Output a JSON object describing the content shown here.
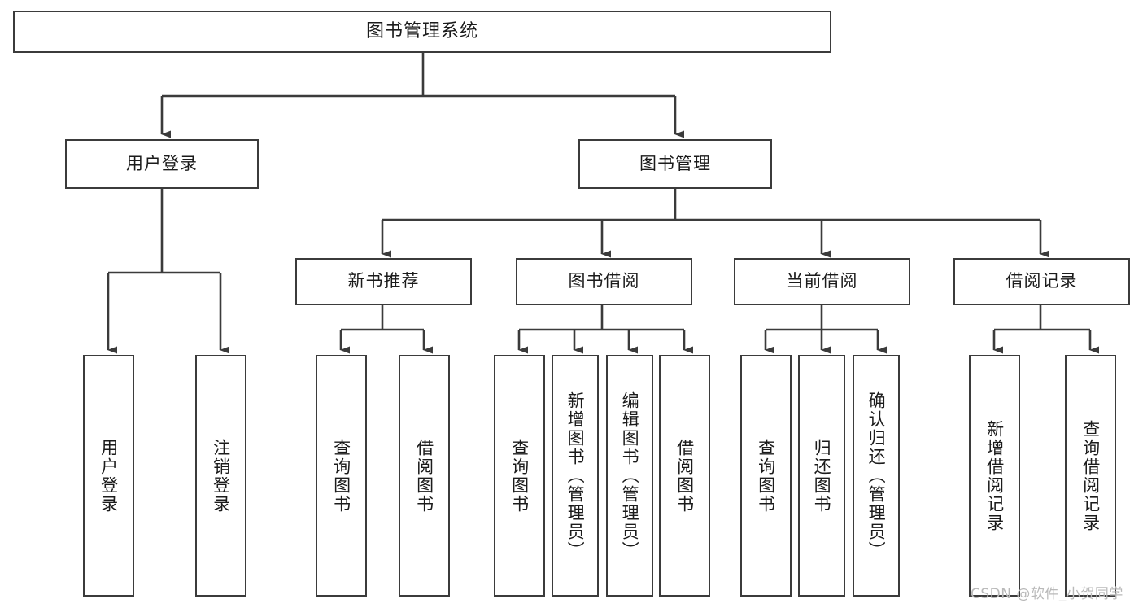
{
  "diagram": {
    "title": "图书管理系统",
    "type": "tree-hierarchy-chart",
    "line_color": "#3b3b3b",
    "box_fill": "#ffffff",
    "text_color": "#1b1b1b",
    "nodes": {
      "root": {
        "label": "图书管理系统"
      },
      "level2": [
        {
          "label": "用户登录"
        },
        {
          "label": "图书管理"
        }
      ],
      "level3": [
        {
          "label": "新书推荐"
        },
        {
          "label": "图书借阅"
        },
        {
          "label": "当前借阅"
        },
        {
          "label": "借阅记录"
        }
      ],
      "leaves": {
        "user_login": [
          {
            "label": "用户登录"
          },
          {
            "label": "注销登录"
          }
        ],
        "new_book_recommend": [
          {
            "label": "查询图书"
          },
          {
            "label": "借阅图书"
          }
        ],
        "book_borrow": [
          {
            "label": "查询图书"
          },
          {
            "label": "新增图书（管理员）"
          },
          {
            "label": "编辑图书（管理员）"
          },
          {
            "label": "借阅图书"
          }
        ],
        "current_borrow": [
          {
            "label": "查询图书"
          },
          {
            "label": "归还图书"
          },
          {
            "label": "确认归还（管理员）"
          }
        ],
        "borrow_record": [
          {
            "label": "新增借阅记录"
          },
          {
            "label": "查询借阅记录"
          }
        ]
      }
    }
  },
  "watermark": {
    "text": "CSDN @软件_小贺同学"
  }
}
